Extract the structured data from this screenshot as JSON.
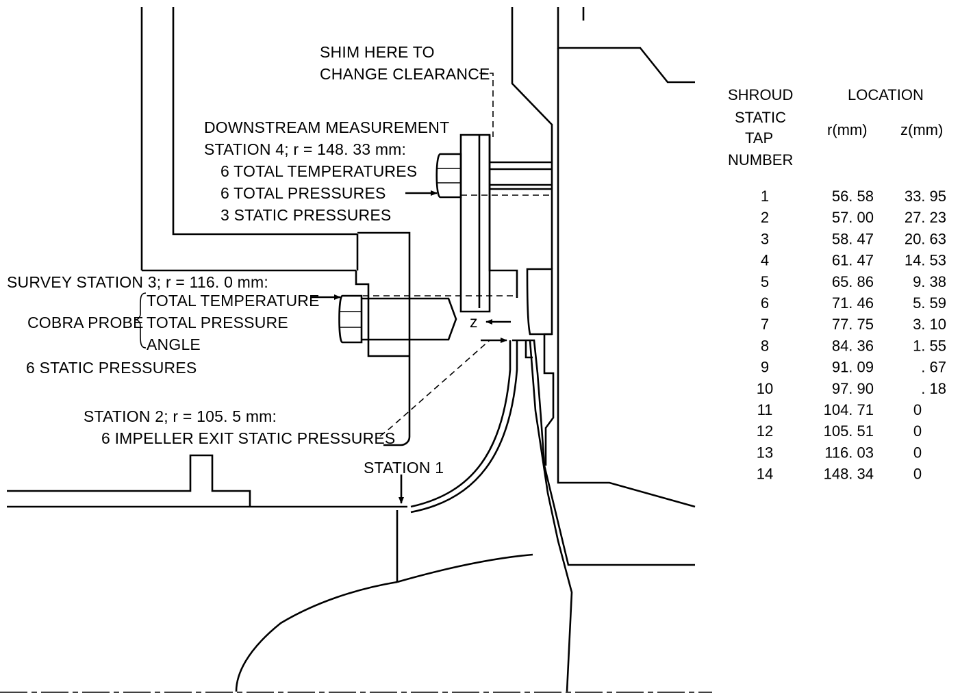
{
  "labels": {
    "shim_line1": "SHIM HERE TO",
    "shim_line2": "CHANGE CLEARANCE",
    "ds_line1": "DOWNSTREAM MEASUREMENT",
    "ds_line2": "STATION 4;  r = 148. 33 mm:",
    "ds_line3": "6 TOTAL TEMPERATURES",
    "ds_line4": "6 TOTAL PRESSURES",
    "ds_line5": "3 STATIC PRESSURES",
    "survey_line": "SURVEY STATION 3;  r = 116. 0 mm:",
    "cobra_probe": "COBRA PROBE",
    "total_temperature": "TOTAL TEMPERATURE",
    "total_pressure": "TOTAL PRESSURE",
    "angle": "ANGLE",
    "static6": "6 STATIC PRESSURES",
    "st2_line1": "STATION 2;  r = 105. 5 mm:",
    "st2_line2": "6 IMPELLER EXIT STATIC PRESSURES",
    "station1": "STATION 1",
    "z_axis": "z"
  },
  "table": {
    "header_col1": [
      "SHROUD",
      "STATIC",
      "TAP",
      "NUMBER"
    ],
    "header_location": "LOCATION",
    "header_r": "r(mm)",
    "header_z": "z(mm)",
    "rows": [
      {
        "n": "1",
        "r": "56. 58",
        "z": "33. 95"
      },
      {
        "n": "2",
        "r": "57. 00",
        "z": "27. 23"
      },
      {
        "n": "3",
        "r": "58. 47",
        "z": "20. 63"
      },
      {
        "n": "4",
        "r": "61. 47",
        "z": "14. 53"
      },
      {
        "n": "5",
        "r": "65. 86",
        "z": "9. 38"
      },
      {
        "n": "6",
        "r": "71. 46",
        "z": "5. 59"
      },
      {
        "n": "7",
        "r": "77. 75",
        "z": "3. 10"
      },
      {
        "n": "8",
        "r": "84. 36",
        "z": "1. 55"
      },
      {
        "n": "9",
        "r": "91. 09",
        "z": ". 67"
      },
      {
        "n": "10",
        "r": "97. 90",
        "z": ". 18"
      },
      {
        "n": "11",
        "r": "104. 71",
        "z": "0"
      },
      {
        "n": "12",
        "r": "105. 51",
        "z": "0"
      },
      {
        "n": "13",
        "r": "116. 03",
        "z": "0"
      },
      {
        "n": "14",
        "r": "148. 34",
        "z": "0"
      }
    ]
  }
}
